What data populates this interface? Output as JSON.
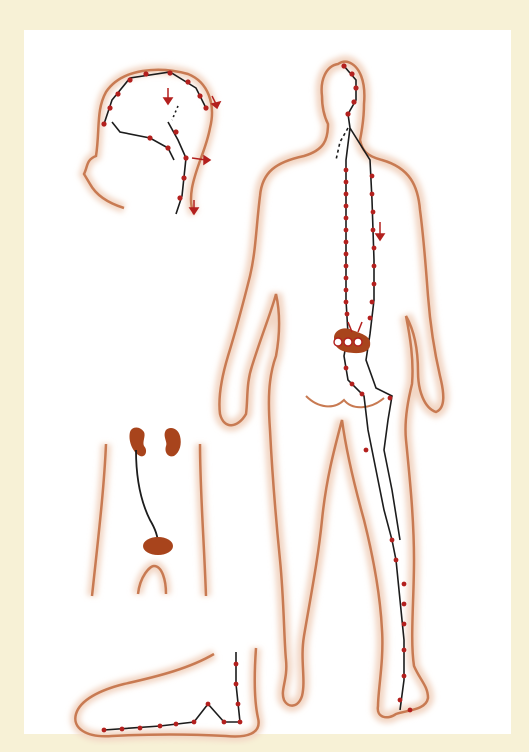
{
  "diagram": {
    "colors": {
      "background": "#f7f1d6",
      "panel": "#ffffff",
      "outline": "#c87a52",
      "outline_glow": "#f2d6c4",
      "channel_line": "#1c1c1c",
      "acupoint": "#b3201e",
      "organ": "#a8441c"
    },
    "panels": [
      {
        "id": "head-side-view",
        "icons": [
          "direction-arrow-icon"
        ]
      },
      {
        "id": "body-back-view",
        "icons": [
          "direction-arrow-icon"
        ]
      },
      {
        "id": "kidney-bladder-view",
        "organs": [
          "kidney",
          "bladder"
        ]
      },
      {
        "id": "foot-side-view"
      }
    ]
  }
}
